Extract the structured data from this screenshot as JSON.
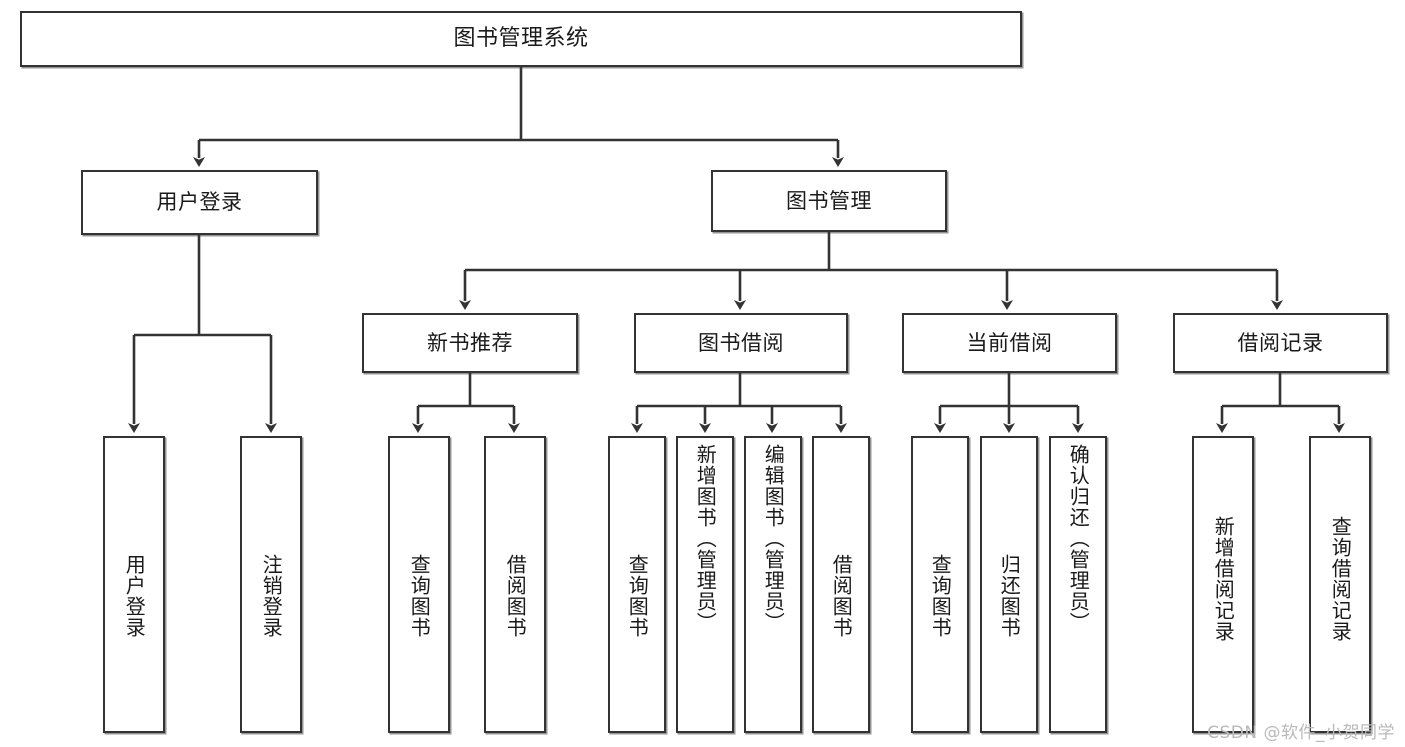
{
  "diagram": {
    "title": "图书管理系统",
    "type": "tree",
    "watermark": "CSDN @软件_小贺同学",
    "colors": {
      "stroke": "#333333",
      "box_fill": "#ffffff",
      "text": "#1a1a1a",
      "watermark": "#b9b9b9",
      "background": "#ffffff"
    },
    "root": {
      "label": "图书管理系统"
    },
    "level2": [
      {
        "label": "用户登录"
      },
      {
        "label": "图书管理"
      }
    ],
    "level3": [
      {
        "label": "新书推荐"
      },
      {
        "label": "图书借阅"
      },
      {
        "label": "当前借阅"
      },
      {
        "label": "借阅记录"
      }
    ],
    "leaves": [
      {
        "label": "用户登录",
        "parent": "用户登录"
      },
      {
        "label": "注销登录",
        "parent": "用户登录"
      },
      {
        "label": "查询图书",
        "parent": "新书推荐"
      },
      {
        "label": "借阅图书",
        "parent": "新书推荐"
      },
      {
        "label": "查询图书",
        "parent": "图书借阅"
      },
      {
        "label": "新增图书（管理员）",
        "parent": "图书借阅"
      },
      {
        "label": "编辑图书（管理员）",
        "parent": "图书借阅"
      },
      {
        "label": "借阅图书",
        "parent": "图书借阅"
      },
      {
        "label": "查询图书",
        "parent": "当前借阅"
      },
      {
        "label": "归还图书",
        "parent": "当前借阅"
      },
      {
        "label": "确认归还（管理员）",
        "parent": "当前借阅"
      },
      {
        "label": "新增借阅记录",
        "parent": "借阅记录"
      },
      {
        "label": "查询借阅记录",
        "parent": "借阅记录"
      }
    ]
  }
}
